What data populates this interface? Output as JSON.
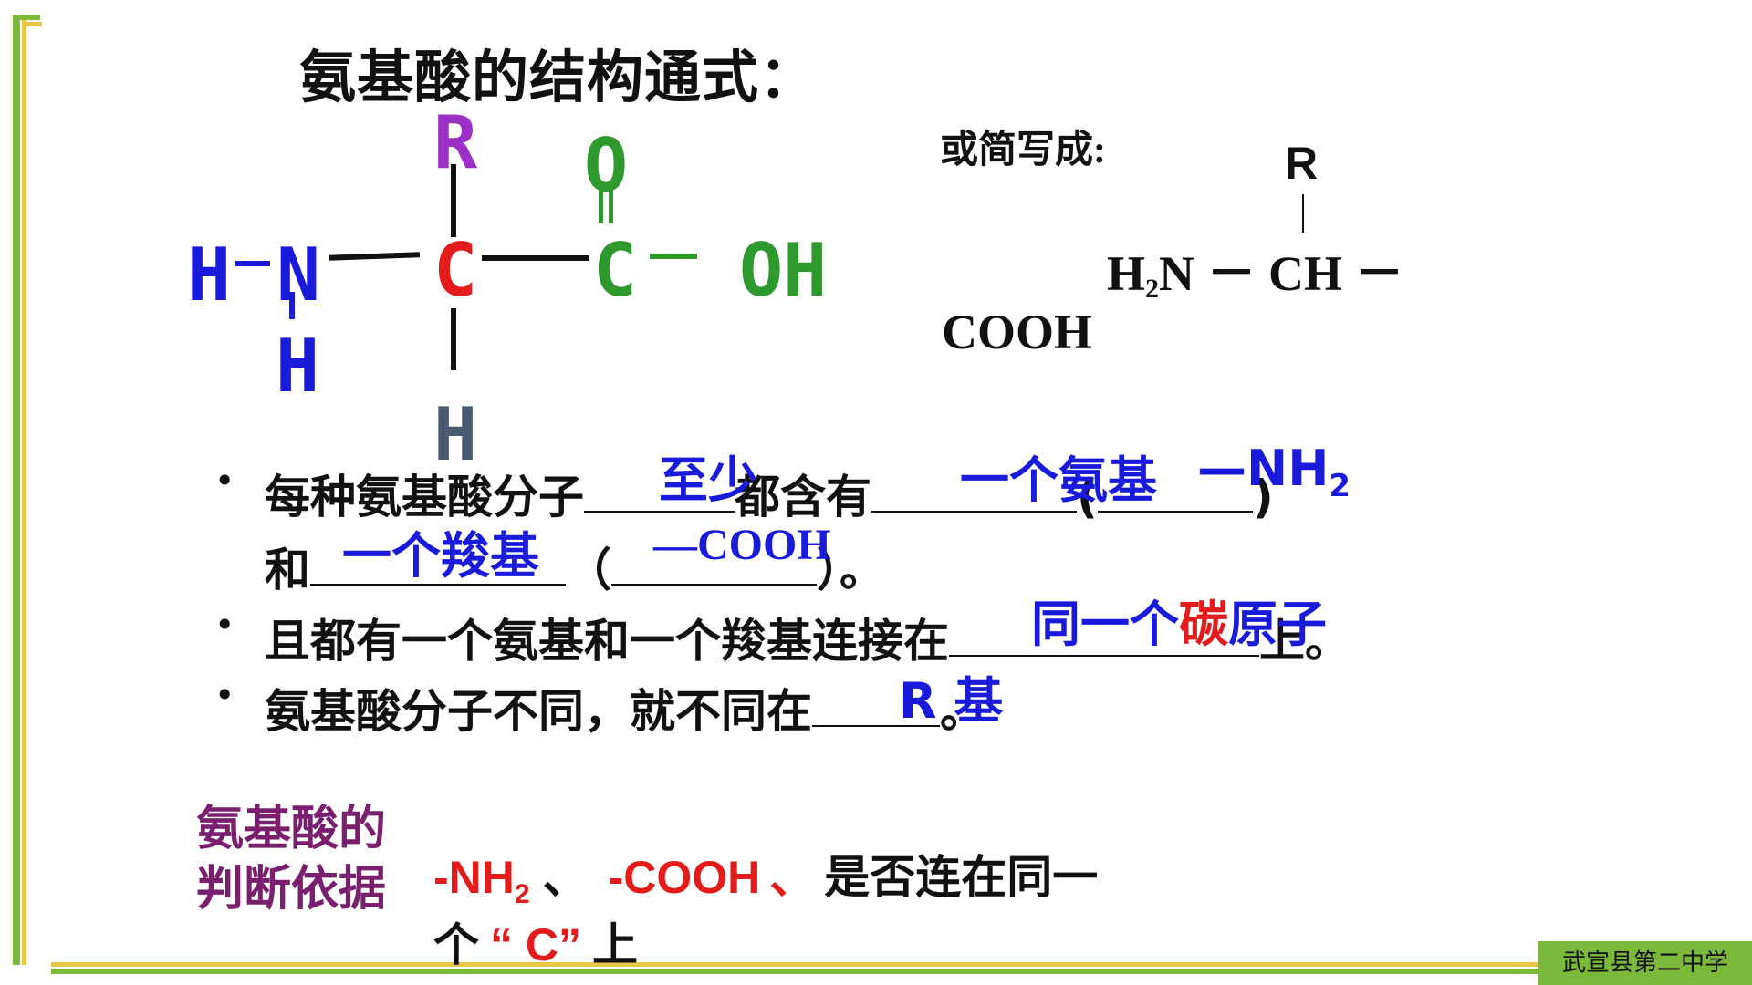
{
  "title": "氨基酸的结构通式：",
  "formula": {
    "h_left": "H",
    "n": "N",
    "h_below_n": "H",
    "r": "R",
    "c_alpha": "C",
    "h_below_c": "H",
    "c_carboxyl": "C",
    "o_top": "O",
    "oh": "OH"
  },
  "simplified": {
    "label": "或简写成:",
    "r": "R",
    "h": "H",
    "sub2": "2",
    "n_ch": "N － CH －",
    "cooh": "COOH"
  },
  "bullets": [
    {
      "text_a": "每种氨基酸分子",
      "answer1": "至少",
      "text_b": "都含有",
      "answer2": "一个氨基",
      "paren_open": "(",
      "answer3": "—NH",
      "answer3_sub": "2",
      "paren_close": ")",
      "text_c": "和",
      "answer4": "一个羧基",
      "paren2_open": "（",
      "answer5": "—COOH",
      "paren2_close": "）。"
    },
    {
      "text_a": "且都有一个氨基和一个羧基连接在",
      "answer_a": "同一个",
      "answer_b": "碳",
      "answer_c": "原子",
      "text_b": "上。"
    },
    {
      "text_a": "氨基酸分子不同，就不同在",
      "answer": "R 基",
      "text_b": "。"
    }
  ],
  "criteria": {
    "label_line1": "氨基酸的",
    "label_line2": "判断依据",
    "nh": "-NH",
    "nh_sub": "2",
    "sep1": "、",
    "cooh": "-COOH",
    "sep2": "、",
    "text1": "是否连在同一",
    "text2": "个",
    "quote": "“ C”",
    "text3": "上"
  },
  "footer": {
    "school": "武宣县第二中学"
  },
  "colors": {
    "answer_blue": "#1a1adb",
    "carbon_red": "#e31b1b",
    "carboxyl_green": "#2e9a2e",
    "r_purple": "#9b2fc6",
    "label_purple": "#7a1f6e",
    "frame_green": "#7bb93a",
    "frame_yellow": "#e8c64a"
  }
}
